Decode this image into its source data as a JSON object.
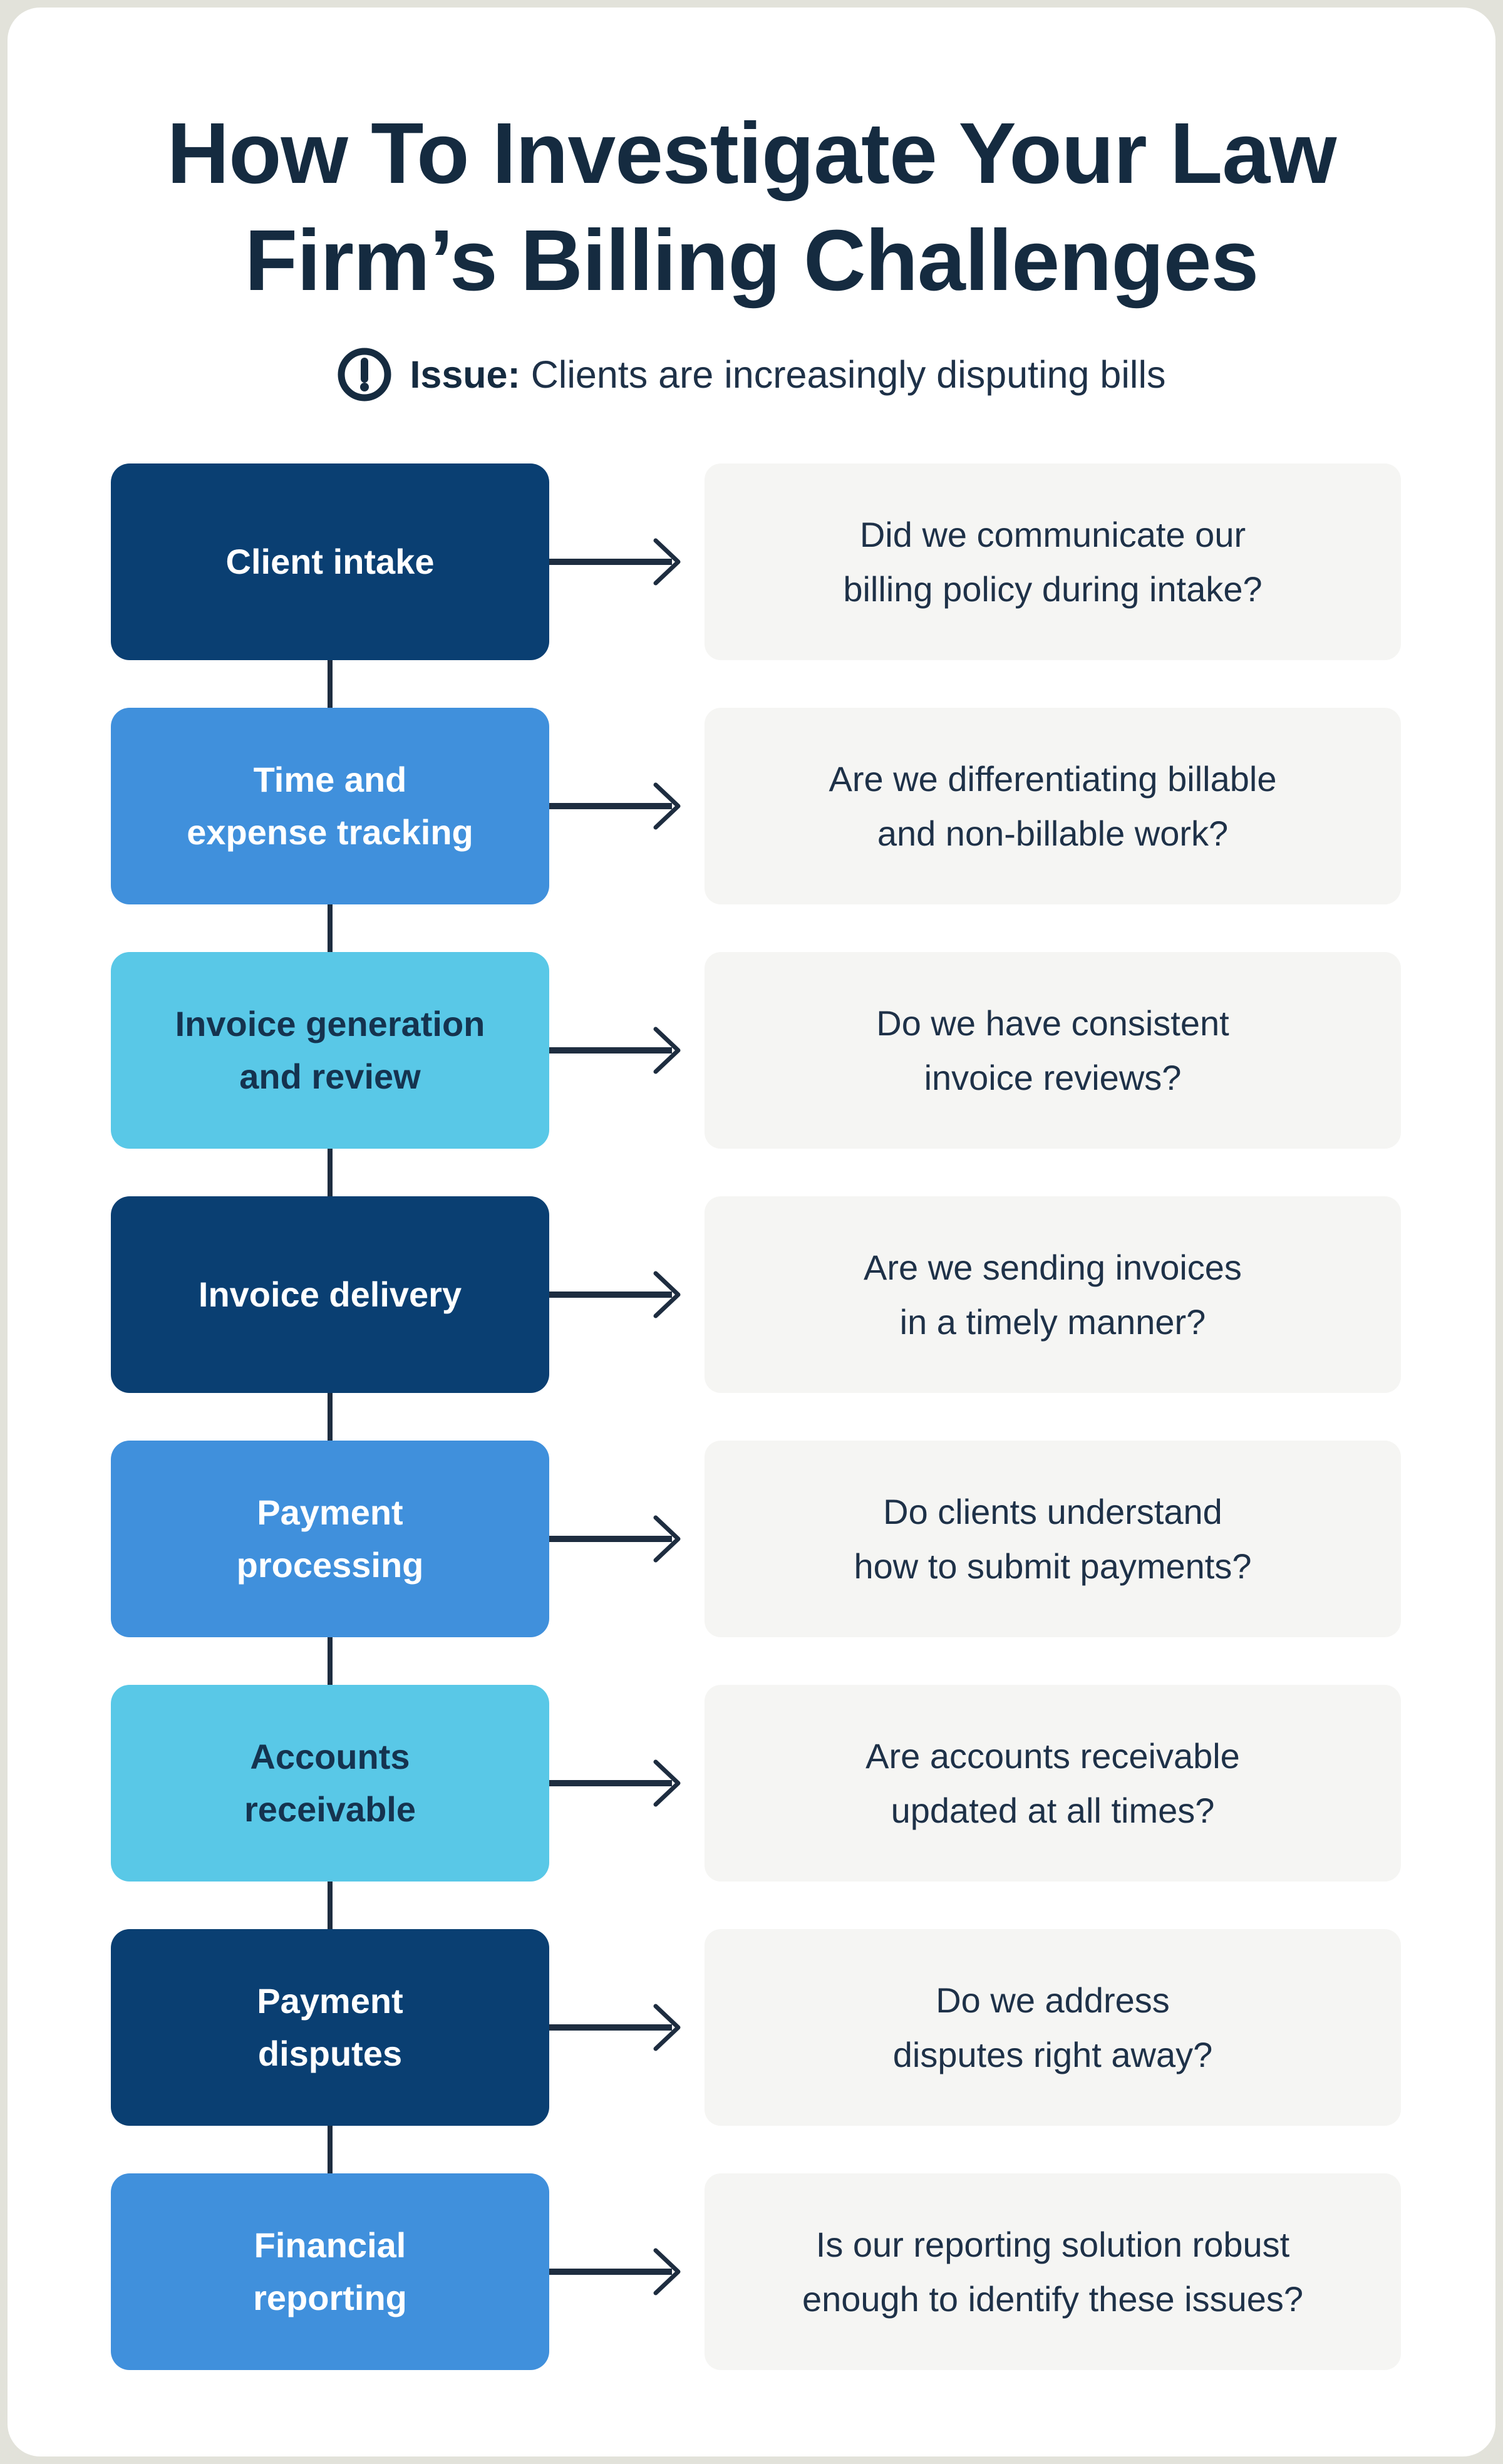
{
  "page": {
    "title": "How To Investigate Your Law\nFirm’s Billing Challenges"
  },
  "issue": {
    "icon": "alert-circle-icon",
    "label": "Issue:",
    "text": " Clients are increasingly disputing bills"
  },
  "rows": [
    {
      "step": "Client intake",
      "question": "Did we communicate our\nbilling policy during intake?",
      "tone": "navy"
    },
    {
      "step": "Time and\nexpense tracking",
      "question": "Are we differentiating billable\nand non-billable work?",
      "tone": "blue"
    },
    {
      "step": "Invoice generation\nand review",
      "question": "Do we have consistent\ninvoice reviews?",
      "tone": "cyan"
    },
    {
      "step": "Invoice delivery",
      "question": "Are we sending invoices\nin a timely manner?",
      "tone": "navy"
    },
    {
      "step": "Payment\nprocessing",
      "question": "Do clients understand\nhow to submit payments?",
      "tone": "blue"
    },
    {
      "step": "Accounts\nreceivable",
      "question": "Are accounts receivable\nupdated at all times?",
      "tone": "cyan"
    },
    {
      "step": "Payment\ndisputes",
      "question": "Do we address\ndisputes right away?",
      "tone": "navy"
    },
    {
      "step": "Financial\nreporting",
      "question": "Is our reporting solution robust\nenough to identify these issues?",
      "tone": "blue"
    }
  ],
  "colors": {
    "frame_background": "#e2e2da",
    "card_background": "#ffffff",
    "step_navy": "#0a3f72",
    "step_blue": "#4090dc",
    "step_cyan": "#59c8e7",
    "question_box": "#f5f5f3",
    "heading_text": "#152b40",
    "body_text": "#1e3148",
    "cyan_box_text": "#15334f",
    "arrow": "#1e2d40"
  }
}
